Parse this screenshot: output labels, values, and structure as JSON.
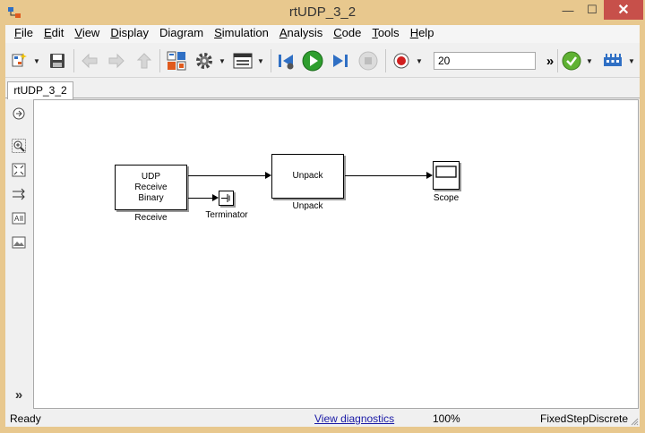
{
  "window": {
    "title": "rtUDP_3_2",
    "close_glyph": "✕",
    "min_glyph": "—",
    "max_glyph": "☐"
  },
  "menu": [
    {
      "ul": "F",
      "rest": "ile"
    },
    {
      "ul": "E",
      "rest": "dit"
    },
    {
      "ul": "V",
      "rest": "iew"
    },
    {
      "ul": "D",
      "rest": "isplay"
    },
    {
      "ul": "D",
      "rest": "iagram"
    },
    {
      "ul": "S",
      "rest": "imulation"
    },
    {
      "ul": "A",
      "rest": "nalysis"
    },
    {
      "ul": "C",
      "rest": "ode"
    },
    {
      "ul": "T",
      "rest": "ools"
    },
    {
      "ul": "H",
      "rest": "elp"
    }
  ],
  "toolbar": {
    "stop_time": "20",
    "more_glyph": "»",
    "dropdown_glyph": "▼"
  },
  "tab": {
    "label": "rtUDP_3_2"
  },
  "palette": {
    "collapse_glyph": "»"
  },
  "blocks": {
    "receive": {
      "text": "UDP\nReceive\nBinary",
      "label": "Receive"
    },
    "terminator": {
      "label": "Terminator"
    },
    "unpack": {
      "text": "Unpack",
      "label": "Unpack"
    },
    "scope": {
      "label": "Scope"
    }
  },
  "status": {
    "ready": "Ready",
    "diagnostics": "View diagnostics",
    "zoom": "100%",
    "solver": "FixedStepDiscrete"
  },
  "colors": {
    "frame": "#e8c88e",
    "close": "#c7504a",
    "run_green": "#2e9e2e",
    "record_red": "#d01f1f",
    "link_blue": "#1a1aa6"
  }
}
